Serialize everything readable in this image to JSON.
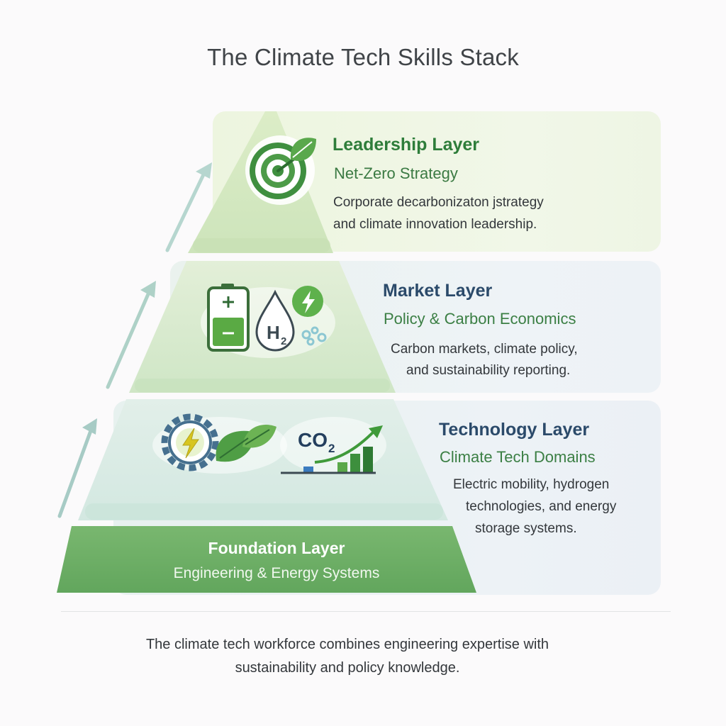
{
  "title": "The Climate Tech Skills Stack",
  "layers": [
    {
      "name": "Leadership Layer",
      "subtitle": "Net-Zero Strategy",
      "description_lines": [
        "Corporate decarbonizaton jstrategy",
        "and climate innovation leadership."
      ],
      "icons": [
        "target-leaf-icon"
      ]
    },
    {
      "name": "Market Layer",
      "subtitle": "Policy & Carbon Economics",
      "description_lines": [
        "Carbon markets, climate policy,",
        "and sustainability reporting."
      ],
      "icons": [
        "battery-icon",
        "hydrogen-drop-icon",
        "lightning-badge-icon"
      ],
      "icon_labels": {
        "hydrogen": "H",
        "hydrogen_sub": "2"
      }
    },
    {
      "name": "Technology Layer",
      "subtitle": "Climate Tech Domains",
      "description_lines": [
        "Electric mobility, hydrogen",
        "technologies, and energy",
        "storage systems."
      ],
      "icons": [
        "gear-lightning-icon",
        "leaves-icon",
        "co2-growth-chart-icon"
      ],
      "icon_labels": {
        "co2": "CO",
        "co2_sub": "2"
      }
    },
    {
      "name": "Foundation Layer",
      "subtitle": "Engineering & Energy Systems"
    }
  ],
  "footer_lines": [
    "The climate tech workforce combines engineering expertise with",
    "sustainability and policy knowledge."
  ],
  "colors": {
    "foundation_green": "#6aaa63",
    "leadership_text": "#2e7d3a",
    "heading_blue": "#2b4a6a",
    "subtitle_green": "#3b7f44",
    "arrow": "#a9cfca"
  }
}
